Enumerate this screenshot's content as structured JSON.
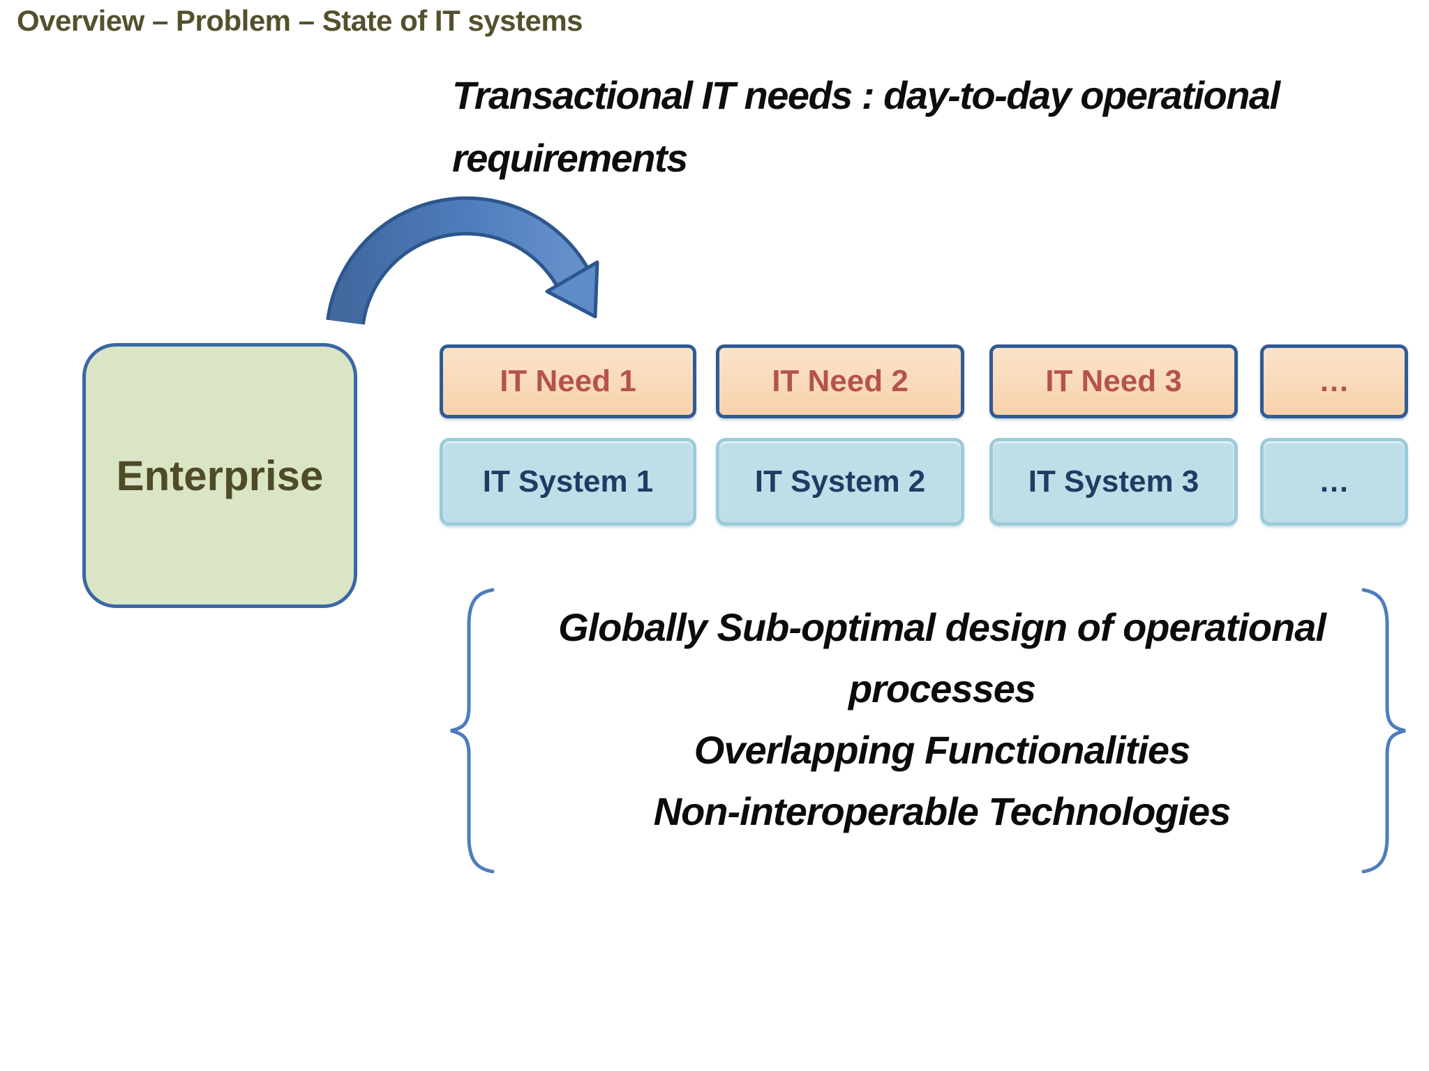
{
  "slide": {
    "title": "Overview – Problem – State of IT systems",
    "heading_lines": [
      "Transactional IT needs : day-to-day operational",
      "requirements"
    ],
    "enterprise": {
      "label": "Enterprise"
    },
    "it_needs": [
      {
        "label": "IT Need 1"
      },
      {
        "label": "IT Need 2"
      },
      {
        "label": "IT Need 3"
      },
      {
        "label": "…"
      }
    ],
    "it_systems": [
      {
        "label": "IT System 1"
      },
      {
        "label": "IT System 2"
      },
      {
        "label": "IT System 3"
      },
      {
        "label": "…"
      }
    ],
    "brace_lines": [
      "Globally Sub-optimal design of operational processes",
      "Overlapping Functionalities",
      "Non-interoperable Technologies"
    ],
    "colors": {
      "title_text": "#55502D",
      "heading_text": "#0D0D0D",
      "enterprise_fill": "#D9E5C4",
      "enterprise_border": "#3A67A5",
      "enterprise_text": "#4F4A28",
      "need_fill": "#F9D8B7",
      "need_border": "#2F5B95",
      "need_text": "#B5524E",
      "system_fill": "#BEDFE8",
      "system_border": "#9CCBDA",
      "system_text": "#1E3C64",
      "arrow_fill": "#4E7DBE",
      "arrow_outline": "#2C568D",
      "brace_stroke": "#4E7DBE"
    }
  }
}
